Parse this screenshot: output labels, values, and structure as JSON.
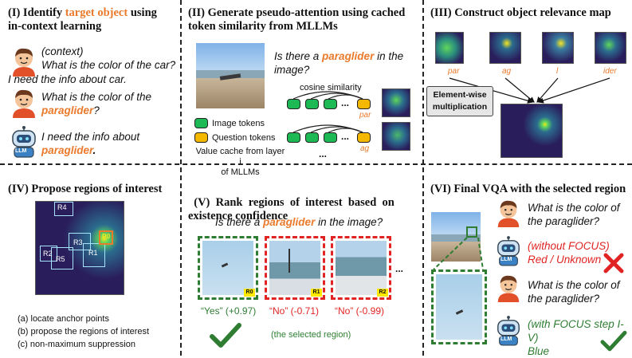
{
  "panel1": {
    "title_prefix": "(I) Identify ",
    "title_highlight": "target object",
    "title_suffix": " using",
    "title_line2": "in-context learning",
    "context_label": "(context)",
    "q1": "What is the color of the car?",
    "a1": "I need the info about car.",
    "q2_prefix": "What is the color of the",
    "q2_obj": "paraglider",
    "q2_suffix": "?",
    "a2_prefix": "I need the info about",
    "a2_obj": "paraglider",
    "a2_suffix": ".",
    "llm_badge": "LLM"
  },
  "panel2": {
    "title_line1": "(II) Generate pseudo-attention using cached",
    "title_line2": "token similarity from MLLMs",
    "question_prefix": "Is there a ",
    "question_obj": "paraglider",
    "question_suffix": " in the",
    "question_line2": "image?",
    "cosine": "cosine similarity",
    "ellipsis": "...",
    "ellipsis2": "...",
    "ellipsis3": "...",
    "tok_par": "par",
    "tok_ag": "ag",
    "legend_image": "Image tokens",
    "legend_question": "Question tokens",
    "cache_line1": "Value cache from layer i",
    "cache_line2": "of MLLMs"
  },
  "panel3": {
    "title": "(III) Construct object relevance map",
    "maps": [
      "par",
      "ag",
      "l",
      "ider"
    ],
    "multiply_line1": "Element-wise",
    "multiply_line2": "multiplication"
  },
  "panel4": {
    "title": "(IV) Propose regions of interest",
    "regions": [
      "R4",
      "R3",
      "R2",
      "R5",
      "R1",
      "R0"
    ],
    "steps": [
      "(a) locate anchor points",
      "(b) propose the regions of interest",
      "(c) non-maximum suppression"
    ]
  },
  "panel5": {
    "title_line1": "(V)  Rank  regions  of  interest  based  on",
    "title_line2": "existence confidence",
    "question_prefix": "Is there a ",
    "question_obj": "paraglider",
    "question_suffix": " in the image?",
    "crop_tags": [
      "R0",
      "R1",
      "R2"
    ],
    "scores": [
      "“Yes” (+0.97)",
      "“No” (-0.71)",
      "“No” (-0.99)"
    ],
    "more": "...",
    "selected_note": "(the selected region)"
  },
  "panel6": {
    "title": "(VI) Final VQA with the selected region",
    "q1_line1": "What is the color of",
    "q1_line2": "the paraglider?",
    "a1_line1": "(without FOCUS)",
    "a1_line2": "Red / Unknown",
    "q2_line1": "What is the color of",
    "q2_line2": "the paraglider?",
    "a2_line1": "(with FOCUS step I-V)",
    "a2_line2": "Blue",
    "llm_badge": "LLM"
  },
  "colors": {
    "orange": "#ea7a2c",
    "red": "#e02424",
    "green": "#2e7d32",
    "heat_dark": "#2a1d5c",
    "heat_mid": "#2b6c8e",
    "heat_bright": "#5ed65b",
    "heat_peak": "#f5e61f"
  }
}
